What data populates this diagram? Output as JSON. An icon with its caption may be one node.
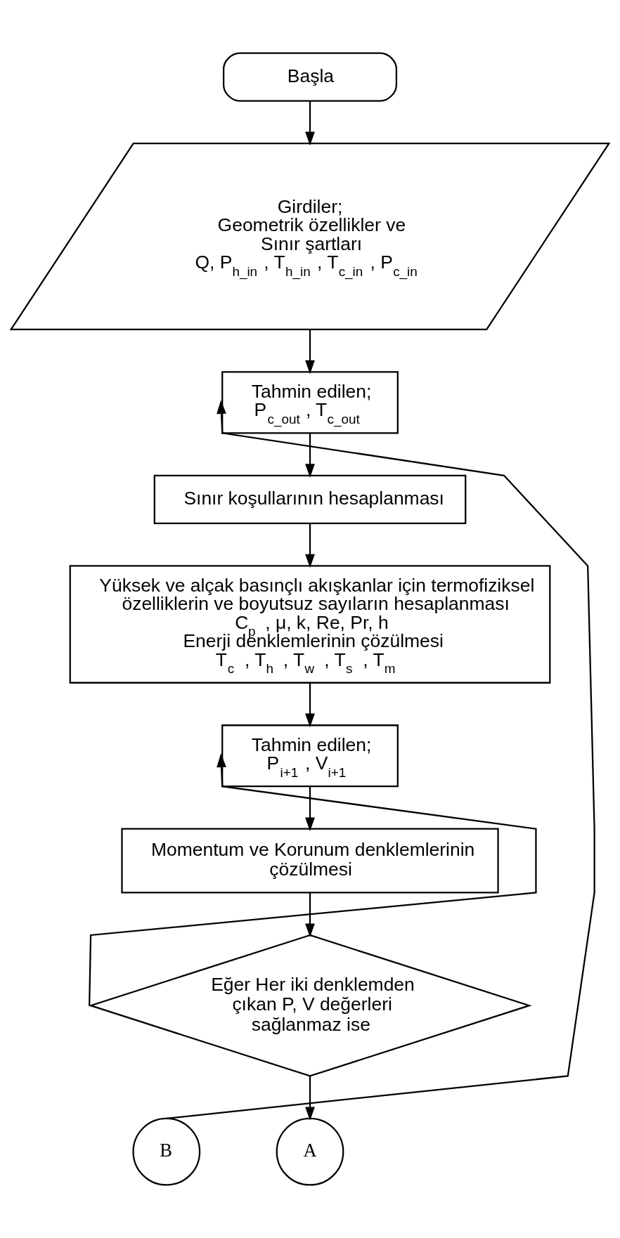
{
  "diagram": {
    "nodes": [
      {
        "text": [
          "Başla"
        ]
      },
      {
        "text": [
          "Girdiler;",
          "Geometrik özellikler ve Sınır şartları",
          "Q, P$_{h_in}$, T$_{h_in}$, T$_{c_in}$, P$_{c_in}$"
        ]
      },
      {
        "text": [
          "Tahmin edilen;",
          "P$_{c_out}$, T$_{c_out}$"
        ]
      },
      {
        "text": [
          "Sınır koşullarının hesaplanması"
        ]
      },
      {
        "text": [
          "Yüksek ve alçak basınçlı akışkanlar için termofiziksel özelliklerin ve boyutsuz sayıların hesaplanması",
          "C$_{p}$, μ, k, Re, Pr, h",
          "Enerji denklemlerinin çözülmesi",
          "T$_{c}$, T$_{h}$, T$_{w}$, T$_{s}$, T$_{m}$"
        ]
      },
      {
        "text": [
          "Tahmin edilen;",
          "P$_{i+1}$, V$_{i+1}$"
        ]
      },
      {
        "text": [
          "Momentum ve Korunum denklemlerinin çözülmesi"
        ]
      },
      {
        "text": [
          "Eğer Her iki denklemden çıkan P, V değerleri sağlanmaz ise"
        ]
      },
      {
        "text": [
          "B"
        ]
      },
      {
        "text": [
          "A"
        ]
      }
    ],
    "edges": [
      {
        "from": 0,
        "to": 1,
        "arrow": "to"
      },
      {
        "from": 1,
        "to": 2,
        "arrow": "to"
      },
      {
        "from": 2,
        "to": 3,
        "arrow": "to"
      },
      {
        "from": 3,
        "to": 4,
        "arrow": "to"
      },
      {
        "from": 4,
        "to": 5,
        "arrow": "to"
      },
      {
        "from": 5,
        "to": 6,
        "arrow": "to"
      },
      {
        "from": 6,
        "to": 7,
        "arrow": "to"
      },
      {
        "from": 7,
        "to": 5,
        "arrow": "to"
      },
      {
        "from": 7,
        "to": 9,
        "arrow": "to"
      },
      {
        "from": 8,
        "to": 2,
        "arrow": "to"
      }
    ]
  }
}
